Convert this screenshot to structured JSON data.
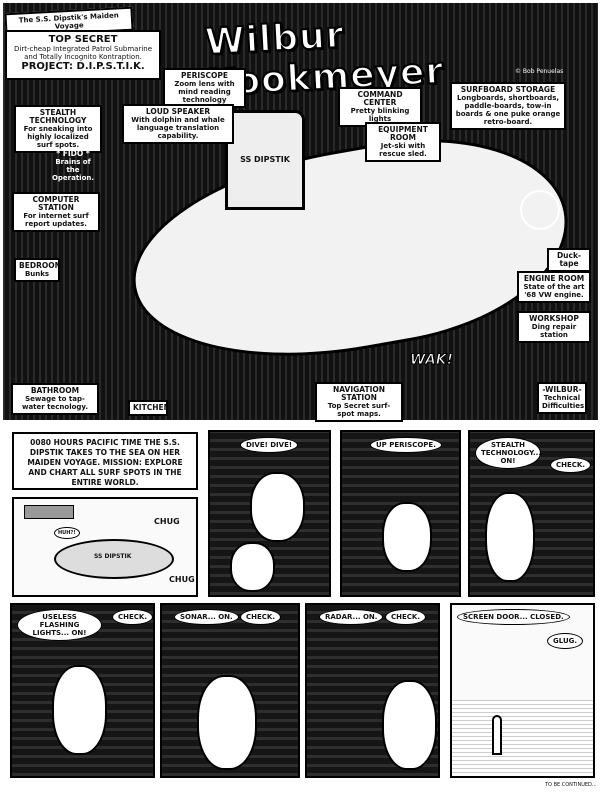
{
  "header": {
    "series_title": "Wilbur Kookmeyer",
    "episode_tag": "The S.S. Dipstik's Maiden Voyage",
    "copyright": "© Bob Penuelas"
  },
  "top_secret": {
    "heading": "TOP SECRET",
    "line": "Dirt-cheap Integrated Patrol Submarine and Totally Incognito Kontraption.",
    "project": "PROJECT: D.I.P.S.T.I.K."
  },
  "labels": {
    "periscope": {
      "title": "PERISCOPE",
      "text": "Zoom lens with mind reading technology"
    },
    "stealth": {
      "title": "STEALTH TECHNOLOGY",
      "text": "For sneaking into highly localized surf spots."
    },
    "speaker": {
      "title": "LOUD SPEAKER",
      "text": "With dolphin and whale language translation capability."
    },
    "fido": {
      "title": "* FIDO *",
      "text": "Brains of the Operation."
    },
    "computer": {
      "title": "COMPUTER STATION",
      "text": "For internet surf report updates."
    },
    "bedroom": {
      "title": "BEDROOM",
      "text": "Bunks"
    },
    "bathroom": {
      "title": "BATHROOM",
      "text": "Sewage to tap-water tecnology."
    },
    "kitchen": {
      "title": "KITCHEN"
    },
    "command": {
      "title": "COMMAND CENTER",
      "text": "Pretty blinking lights"
    },
    "equipment": {
      "title": "EQUIPMENT ROOM",
      "text": "Jet-ski with rescue sled."
    },
    "surfboard": {
      "title": "SURFBOARD STORAGE",
      "text": "Longboards, shortboards, paddle-boards, tow-in boards & one puke orange retro-board."
    },
    "ducttape": {
      "title": "Duck-tape"
    },
    "engine": {
      "title": "ENGINE ROOM",
      "text": "State of the art '68 VW engine."
    },
    "workshop": {
      "title": "WORKSHOP",
      "text": "Ding repair station"
    },
    "navigation": {
      "title": "NAVIGATION STATION",
      "text": "Top Secret surf-spot maps."
    },
    "wilbur": {
      "title": "-WILBUR-",
      "text": "Technical Difficulties"
    }
  },
  "scene": {
    "sub_name": "SS DIPSTIK",
    "sfx": "WAK!"
  },
  "panels": {
    "p1": {
      "caption": "0080 HOURS PACIFIC TIME THE S.S. DIPSTIK TAKES TO THE SEA ON HER MAIDEN VOYAGE. MISSION: EXPLORE AND CHART ALL SURF SPOTS IN THE ENTIRE WORLD.",
      "sfx1": "CHUG",
      "sfx2": "CHUG",
      "hull": "SS DIPSTIK",
      "bubble": "HUH?!"
    },
    "p2": {
      "bubble": "DIVE! DIVE!"
    },
    "p3": {
      "bubble": "UP PERISCOPE."
    },
    "p4": {
      "bubble": "STEALTH TECHNOLOGY... ON!",
      "reply": "CHECK."
    },
    "p5": {
      "bubble": "USELESS FLASHING LIGHTS... ON!",
      "reply": "CHECK."
    },
    "p6": {
      "bubble": "SONAR... ON.",
      "reply": "CHECK."
    },
    "p7": {
      "bubble": "RADAR... ON.",
      "reply": "CHECK."
    },
    "p8": {
      "bubble": "SCREEN DOOR... CLOSED.",
      "reply": "GLUG."
    }
  },
  "footer": {
    "continued": "TO BE CONTINUED..."
  }
}
